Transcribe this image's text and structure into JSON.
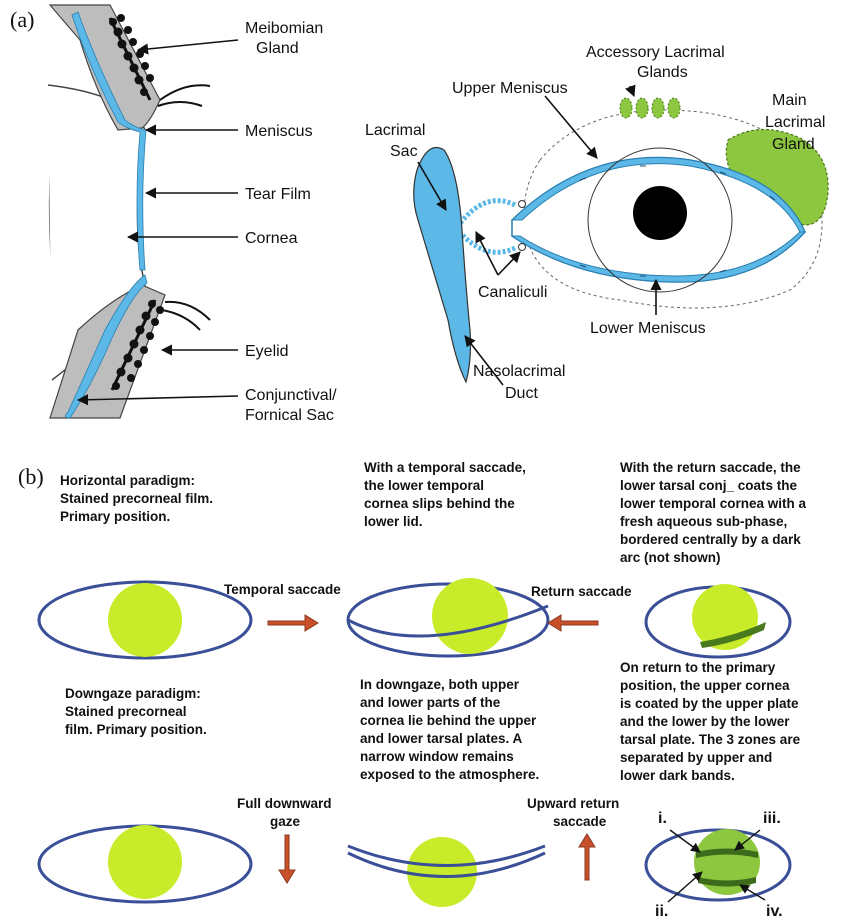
{
  "panel_a": {
    "panel_label": "(a)",
    "left_labels": {
      "meibomian_1": "Meibomian",
      "meibomian_2": "Gland",
      "meniscus": "Meniscus",
      "tear_film": "Tear Film",
      "cornea": "Cornea",
      "eyelid": "Eyelid",
      "conj_1": "Conjunctival/",
      "conj_2": "Fornical Sac"
    },
    "right_labels": {
      "accessory_1": "Accessory Lacrimal",
      "accessory_2": "Glands",
      "upper_meniscus": "Upper Meniscus",
      "main_1": "Main",
      "main_2": "Lacrimal",
      "main_3": "Gland",
      "sac_1": "Lacrimal",
      "sac_2": "Sac",
      "canaliculi": "Canaliculi",
      "lower_meniscus": "Lower Meniscus",
      "naso_1": "Nasolacrimal",
      "naso_2": "Duct"
    }
  },
  "panel_b": {
    "panel_label": "(b)",
    "texts": {
      "horizontal": [
        "Horizontal paradigm:",
        "Stained precorneal film.",
        "Primary position."
      ],
      "temporal_desc": [
        "With a temporal saccade,",
        "the lower temporal",
        "cornea slips behind the",
        "lower lid."
      ],
      "return_desc": [
        "With the return saccade, the",
        "lower tarsal conj_ coats the",
        "lower temporal cornea with a",
        "fresh aqueous sub-phase,",
        "bordered centrally by a dark",
        "arc (not shown)"
      ],
      "downgaze": [
        "Downgaze paradigm:",
        "Stained precorneal",
        "film. Primary position."
      ],
      "downgaze_desc": [
        "In downgaze, both upper",
        "and lower parts of the",
        "cornea lie behind the upper",
        "and lower tarsal plates. A",
        "narrow window remains",
        "exposed to the atmosphere."
      ],
      "primary_return_desc": [
        "On return to the primary",
        "position, the upper cornea",
        "is coated by the upper plate",
        "and the lower by the lower",
        "tarsal plate. The 3 zones are",
        "separated by upper and",
        "lower dark bands."
      ]
    },
    "arrows": {
      "temporal_saccade": "Temporal saccade",
      "return_saccade": "Return saccade",
      "full_down_1": "Full downward",
      "full_down_2": "gaze",
      "upward_1": "Upward return",
      "upward_2": "saccade"
    },
    "roman": {
      "i": "i.",
      "ii": "ii.",
      "iii": "iii.",
      "iv": "iv."
    }
  },
  "colors": {
    "tear_blue": "#5cb8e6",
    "gland_green": "#8dc63f",
    "cornea_green": "#c8ec2a",
    "eye_outline": "#3a4f97",
    "arrow_orange": "#c8502a",
    "gray_lid": "#bdbdbd"
  }
}
